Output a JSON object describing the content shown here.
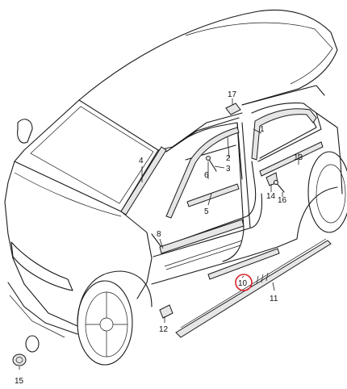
{
  "highlight_color": "#d8222a",
  "highlighted_callout": "10",
  "callouts": [
    {
      "id": "c1",
      "label": "1"
    },
    {
      "id": "c2",
      "label": "2"
    },
    {
      "id": "c3",
      "label": "3"
    },
    {
      "id": "c4",
      "label": "4"
    },
    {
      "id": "c5",
      "label": "5"
    },
    {
      "id": "c6",
      "label": "6"
    },
    {
      "id": "c8",
      "label": "8"
    },
    {
      "id": "c10",
      "label": "10"
    },
    {
      "id": "c11",
      "label": "11"
    },
    {
      "id": "c12",
      "label": "12"
    },
    {
      "id": "c13",
      "label": "13"
    },
    {
      "id": "c14",
      "label": "14"
    },
    {
      "id": "c15",
      "label": "15"
    },
    {
      "id": "c16",
      "label": "16"
    },
    {
      "id": "c17",
      "label": "17"
    }
  ]
}
